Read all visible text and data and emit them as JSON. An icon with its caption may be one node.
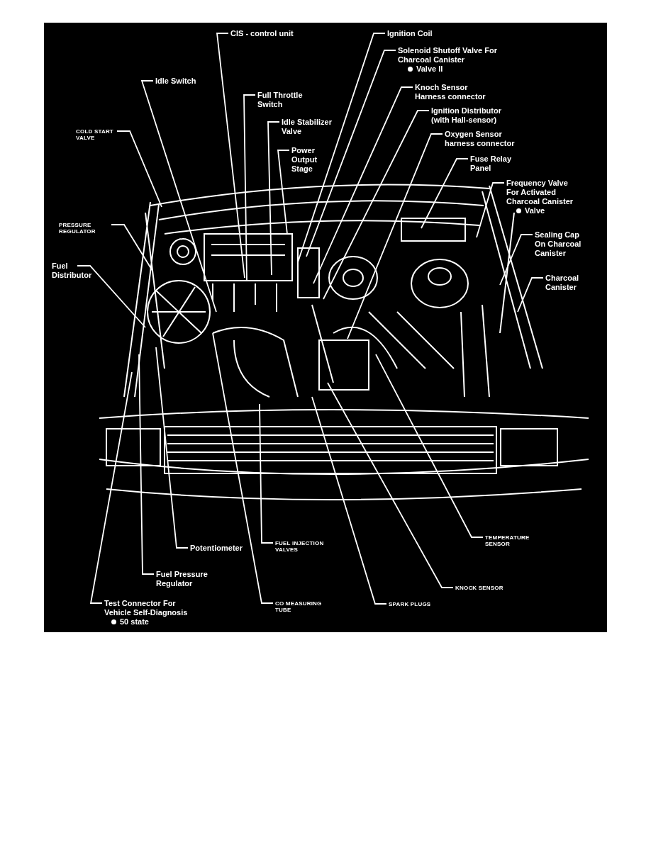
{
  "diagram": {
    "nodes": [
      {
        "text": [
          "CIS - control unit"
        ]
      },
      {
        "text": [
          "Idle Switch"
        ]
      },
      {
        "text": [
          "Full Throttle Switch"
        ]
      },
      {
        "text": [
          "Idle Stabilizer Valve"
        ]
      },
      {
        "text": [
          "Power Output Stage"
        ]
      },
      {
        "text": [
          "Ignition Coil"
        ]
      },
      {
        "text": [
          "Solenoid Shutoff Valve For Charcoal Canister",
          "Valve II"
        ]
      },
      {
        "text": [
          "Knoch Sensor Harness connector"
        ]
      },
      {
        "text": [
          "Ignition Distributor (with Hall-sensor)"
        ]
      },
      {
        "text": [
          "Oxygen Sensor harness connector"
        ]
      },
      {
        "text": [
          "Fuse Relay Panel"
        ]
      },
      {
        "text": [
          "Frequency Valve For Activated Charcoal Canister",
          "Valve"
        ]
      },
      {
        "text": [
          "Sealing Cap On Charcoal Canister"
        ]
      },
      {
        "text": [
          "Charcoal Canister"
        ]
      },
      {
        "text": [
          "COLD START VALVE"
        ]
      },
      {
        "text": [
          "PRESSURE REGULATOR"
        ]
      },
      {
        "text": [
          "Fuel Distributor"
        ]
      },
      {
        "text": [
          "Potentiometer"
        ]
      },
      {
        "text": [
          "Fuel Pressure Regulator"
        ]
      },
      {
        "text": [
          "Test Connector For Vehicle Self-Diagnosis",
          "50 state"
        ]
      },
      {
        "text": [
          "FUEL INJECTION VALVES"
        ]
      },
      {
        "text": [
          "CO MEASURING TUBE"
        ]
      },
      {
        "text": [
          "SPARK PLUGS"
        ]
      },
      {
        "text": [
          "KNOCK SENSOR"
        ]
      },
      {
        "text": [
          "TEMPERATURE SENSOR"
        ]
      }
    ],
    "edges": [
      {
        "from": 0,
        "to": null,
        "arrow": "none"
      },
      {
        "from": 1,
        "to": null,
        "arrow": "none"
      },
      {
        "from": 2,
        "to": null,
        "arrow": "none"
      },
      {
        "from": 3,
        "to": null,
        "arrow": "none"
      },
      {
        "from": 4,
        "to": null,
        "arrow": "none"
      },
      {
        "from": 5,
        "to": null,
        "arrow": "none"
      },
      {
        "from": 6,
        "to": null,
        "arrow": "none"
      },
      {
        "from": 7,
        "to": null,
        "arrow": "none"
      },
      {
        "from": 8,
        "to": null,
        "arrow": "none"
      },
      {
        "from": 9,
        "to": null,
        "arrow": "none"
      },
      {
        "from": 10,
        "to": null,
        "arrow": "none"
      },
      {
        "from": 11,
        "to": null,
        "arrow": "none"
      },
      {
        "from": 12,
        "to": null,
        "arrow": "none"
      },
      {
        "from": 13,
        "to": null,
        "arrow": "none"
      },
      {
        "from": 14,
        "to": null,
        "arrow": "none"
      },
      {
        "from": 15,
        "to": null,
        "arrow": "none"
      },
      {
        "from": 16,
        "to": null,
        "arrow": "none"
      },
      {
        "from": 17,
        "to": null,
        "arrow": "none"
      },
      {
        "from": 18,
        "to": null,
        "arrow": "none"
      },
      {
        "from": 19,
        "to": null,
        "arrow": "none"
      },
      {
        "from": 20,
        "to": null,
        "arrow": "none"
      },
      {
        "from": 21,
        "to": null,
        "arrow": "none"
      },
      {
        "from": 22,
        "to": null,
        "arrow": "none"
      },
      {
        "from": 23,
        "to": null,
        "arrow": "none"
      },
      {
        "from": 24,
        "to": null,
        "arrow": "none"
      }
    ]
  }
}
